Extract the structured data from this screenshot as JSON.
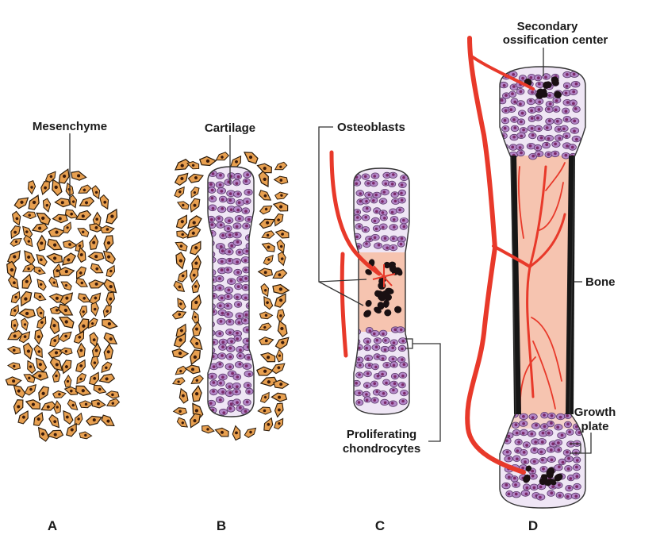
{
  "labels": {
    "mesenchyme": "Mesenchyme",
    "cartilage": "Cartilage",
    "osteoblasts": "Osteoblasts",
    "proliferating_line1": "Proliferating",
    "proliferating_line2": "chondrocytes",
    "secondary_line1": "Secondary",
    "secondary_line2": "ossification center",
    "bone": "Bone",
    "growth_line1": "Growth",
    "growth_line2": "plate"
  },
  "panels": [
    "A",
    "B",
    "C",
    "D"
  ],
  "colors": {
    "mesenchyme_cell": "#e8a050",
    "chondrocyte": "#b487c8",
    "chondrocyte_nucleus": "#7a2a6a",
    "bone_matrix": "#f6c4b0",
    "blood_vessel": "#e8392a",
    "osteoblast": "#1a1012",
    "cortical_bone": "#161616"
  }
}
